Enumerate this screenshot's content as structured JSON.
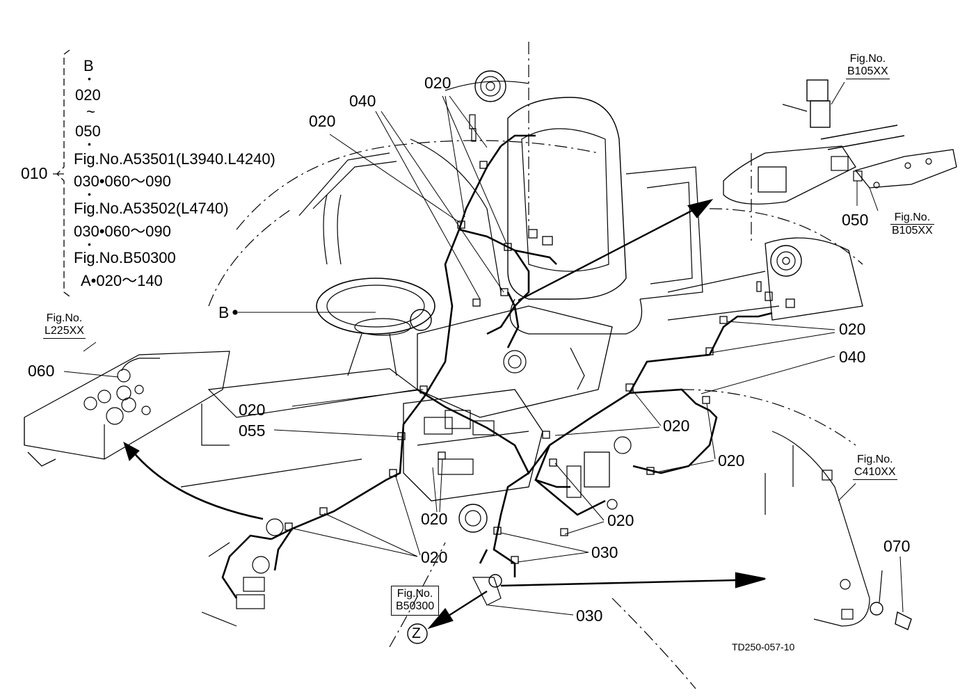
{
  "legend": {
    "ref": "010",
    "lines": [
      "B",
      "•",
      "020",
      "~",
      "050",
      "•",
      "Fig.No.A53501(L3940.L4240)",
      "030•060～090",
      "•",
      "Fig.No.A53502(L4740)",
      "030•060～090",
      "•",
      "Fig.No.B50300",
      "A•020～140"
    ]
  },
  "callouts": {
    "c020_top": "020",
    "c040_top": "040",
    "c020_left_top": "020",
    "c050": "050",
    "c020_right1": "020",
    "c040_right": "040",
    "c020_mid_right": "020",
    "c020_far_right": "020",
    "c060": "060",
    "c020_center": "020",
    "c055": "055",
    "c020_lower_mid": "020",
    "c020_lower": "020",
    "c020_bottom": "020",
    "c030_a": "030",
    "c030_b": "030",
    "c070": "070",
    "b_marker": "B",
    "z_marker": "Z"
  },
  "figrefs": {
    "b105_top": {
      "label": "Fig.No.",
      "num": "B105XX"
    },
    "b105_right": {
      "label": "Fig.No.",
      "num": "B105XX"
    },
    "l225": {
      "label": "Fig.No.",
      "num": "L225XX"
    },
    "c410": {
      "label": "Fig.No.",
      "num": "C410XX"
    },
    "b50300": {
      "label": "Fig.No.",
      "num": "B50300"
    }
  },
  "drawing_code": "TD250-057-10"
}
